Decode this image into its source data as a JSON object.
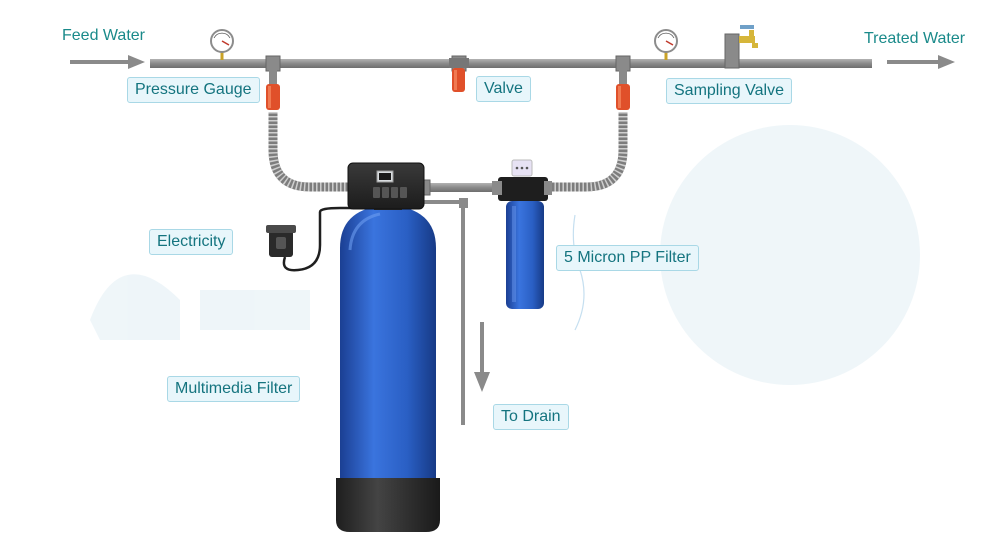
{
  "flow": {
    "inlet_label": "Feed Water",
    "outlet_label": "Treated Water",
    "drain_label": "To Drain"
  },
  "callouts": {
    "pressure_gauge": "Pressure Gauge",
    "valve": "Valve",
    "sampling_valve": "Sampling Valve",
    "electricity": "Electricity",
    "pp_filter": "5 Micron PP Filter",
    "multimedia_filter": "Multimedia Filter"
  },
  "colors": {
    "pipe": "#8e8e8e",
    "vessel_blue": "#2a5fc4",
    "valve_orange": "#e0502a",
    "label_text": "#1a8a8a",
    "callout_bg": "#e8f6fb",
    "callout_border": "#a9d8e6"
  }
}
